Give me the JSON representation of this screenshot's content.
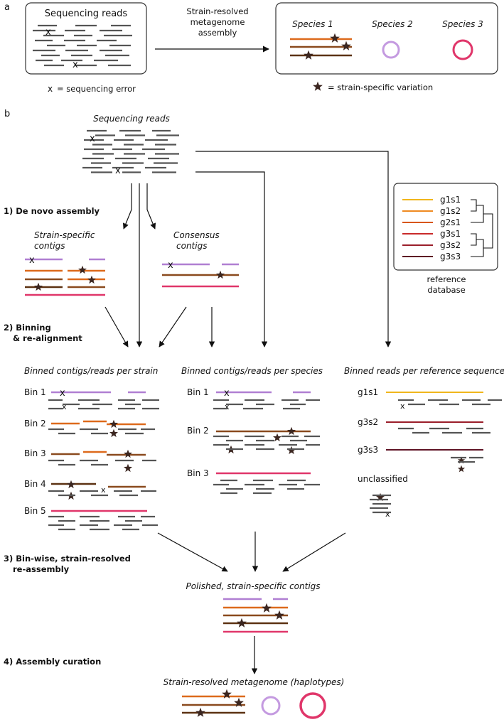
{
  "colors": {
    "read": "#555555",
    "purple": "#b07fd2",
    "orange": "#dd6a1c",
    "brown": "#8a4a1e",
    "darkbrown": "#5c3212",
    "pink": "#e0366a",
    "lightpurple": "#c49ae0",
    "error": "#8b2b2b",
    "star": "#3b2620",
    "g1s1": "#f0b61c",
    "g1s2": "#ef8a22",
    "g2s1": "#d8561a",
    "g3s1": "#c92a2a",
    "g3s2": "#9b1e2a",
    "g3s3": "#5e1224",
    "arrow": "#111111",
    "box": "#333333"
  },
  "panel_a": {
    "letter": "a",
    "reads_title": "Sequencing reads",
    "process_label_line1": "Strain-resolved",
    "process_label_line2": "metagenome",
    "process_label_line3": "assembly",
    "species": [
      "Species 1",
      "Species 2",
      "Species 3"
    ],
    "error_legend": "= sequencing error",
    "variation_legend": "= strain-specific variation"
  },
  "panel_b": {
    "letter": "b",
    "reads_title": "Sequencing reads",
    "steps": [
      "1) De novo assembly",
      "2) Binning",
      "& re-alignment",
      "3) Bin-wise, strain-resolved",
      "re-assembly",
      "4) Assembly curation"
    ],
    "strain_contigs_line1": "Strain-specific",
    "strain_contigs_line2": "contigs",
    "consensus_contigs_line1": "Consensus",
    "consensus_contigs_line2": "contigs",
    "reference": {
      "entries": [
        "g1s1",
        "g1s2",
        "g2s1",
        "g3s1",
        "g3s2",
        "g3s3"
      ],
      "caption_line1": "reference",
      "caption_line2": "database"
    },
    "strain_column": {
      "title": "Binned contigs/reads per strain",
      "bins": [
        "Bin 1",
        "Bin 2",
        "Bin 3",
        "Bin 4",
        "Bin 5"
      ]
    },
    "species_column": {
      "title": "Binned contigs/reads per species",
      "bins": [
        "Bin 1",
        "Bin 2",
        "Bin 3"
      ]
    },
    "reference_column": {
      "title": "Binned reads per reference sequence",
      "labels": [
        "g1s1",
        "g3s2",
        "g3s3",
        "unclassified"
      ]
    },
    "polished_title": "Polished, strain-specific contigs",
    "final_title": "Strain-resolved metagenome (haplotypes)"
  }
}
